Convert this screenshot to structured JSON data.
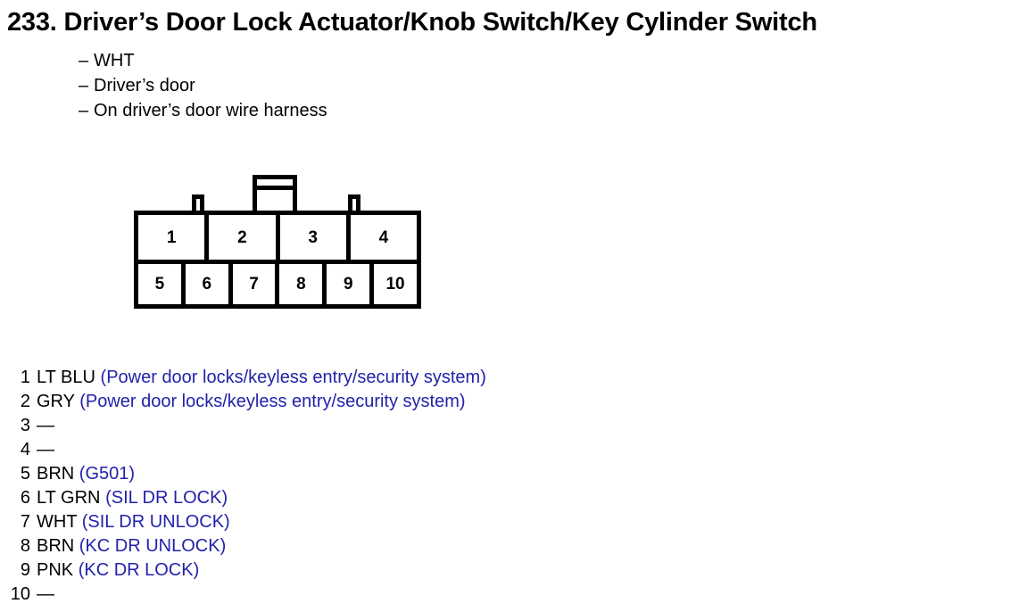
{
  "document": {
    "title": "233. Driver’s Door Lock Actuator/Knob Switch/Key Cylinder Switch",
    "notes": [
      {
        "dash": "–",
        "text": "WHT"
      },
      {
        "dash": "–",
        "text": "Driver’s door"
      },
      {
        "dash": "–",
        "text": "On driver’s door wire harness"
      }
    ]
  },
  "connector": {
    "top_row": [
      "1",
      "2",
      "3",
      "4"
    ],
    "bottom_row": [
      "5",
      "6",
      "7",
      "8",
      "9",
      "10"
    ]
  },
  "pins": [
    {
      "number": "1",
      "color": "LT BLU",
      "desc": "(Power door locks/keyless entry/security system)"
    },
    {
      "number": "2",
      "color": "GRY",
      "desc": "(Power door locks/keyless entry/security system)"
    },
    {
      "number": "3",
      "color": "—",
      "desc": ""
    },
    {
      "number": "4",
      "color": "—",
      "desc": ""
    },
    {
      "number": "5",
      "color": "BRN",
      "desc": "(G501)"
    },
    {
      "number": "6",
      "color": "LT GRN",
      "desc": "(SIL DR LOCK)"
    },
    {
      "number": "7",
      "color": "WHT",
      "desc": "(SIL DR UNLOCK)"
    },
    {
      "number": "8",
      "color": "BRN",
      "desc": "(KC DR UNLOCK)"
    },
    {
      "number": "9",
      "color": "PNK",
      "desc": "(KC DR LOCK)"
    },
    {
      "number": "10",
      "color": "—",
      "desc": ""
    }
  ],
  "colors": {
    "text": "#000000",
    "circuit_description": "#2222aa",
    "background": "#ffffff"
  }
}
